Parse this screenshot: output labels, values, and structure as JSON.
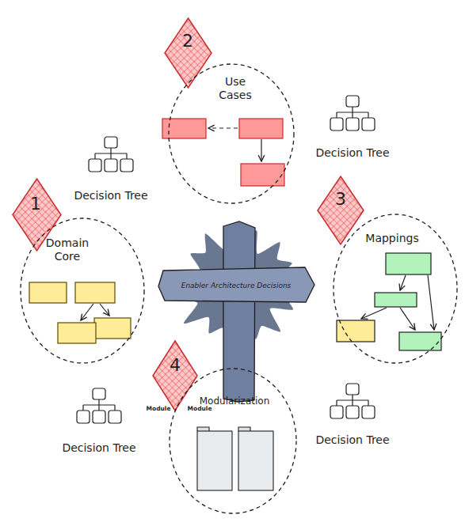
{
  "diagram": {
    "nodes": [
      {
        "text": [
          "2"
        ]
      },
      {
        "text": [
          "Use Cases"
        ]
      },
      {
        "text": [
          "1"
        ]
      },
      {
        "text": [
          "Domain Core"
        ]
      },
      {
        "text": [
          "3"
        ]
      },
      {
        "text": [
          "Mappings"
        ]
      },
      {
        "text": [
          "Enabler Architecture Decisions"
        ]
      },
      {
        "text": [
          "4"
        ]
      },
      {
        "text": [
          "Modularization"
        ]
      },
      {
        "text": [
          "Module"
        ],
        "in": 8
      },
      {
        "text": [
          "Module"
        ],
        "in": 8
      }
    ],
    "edges": [],
    "labels": [
      "Decision Tree",
      "Decision Tree",
      "Decision Tree",
      "Decision Tree"
    ]
  }
}
